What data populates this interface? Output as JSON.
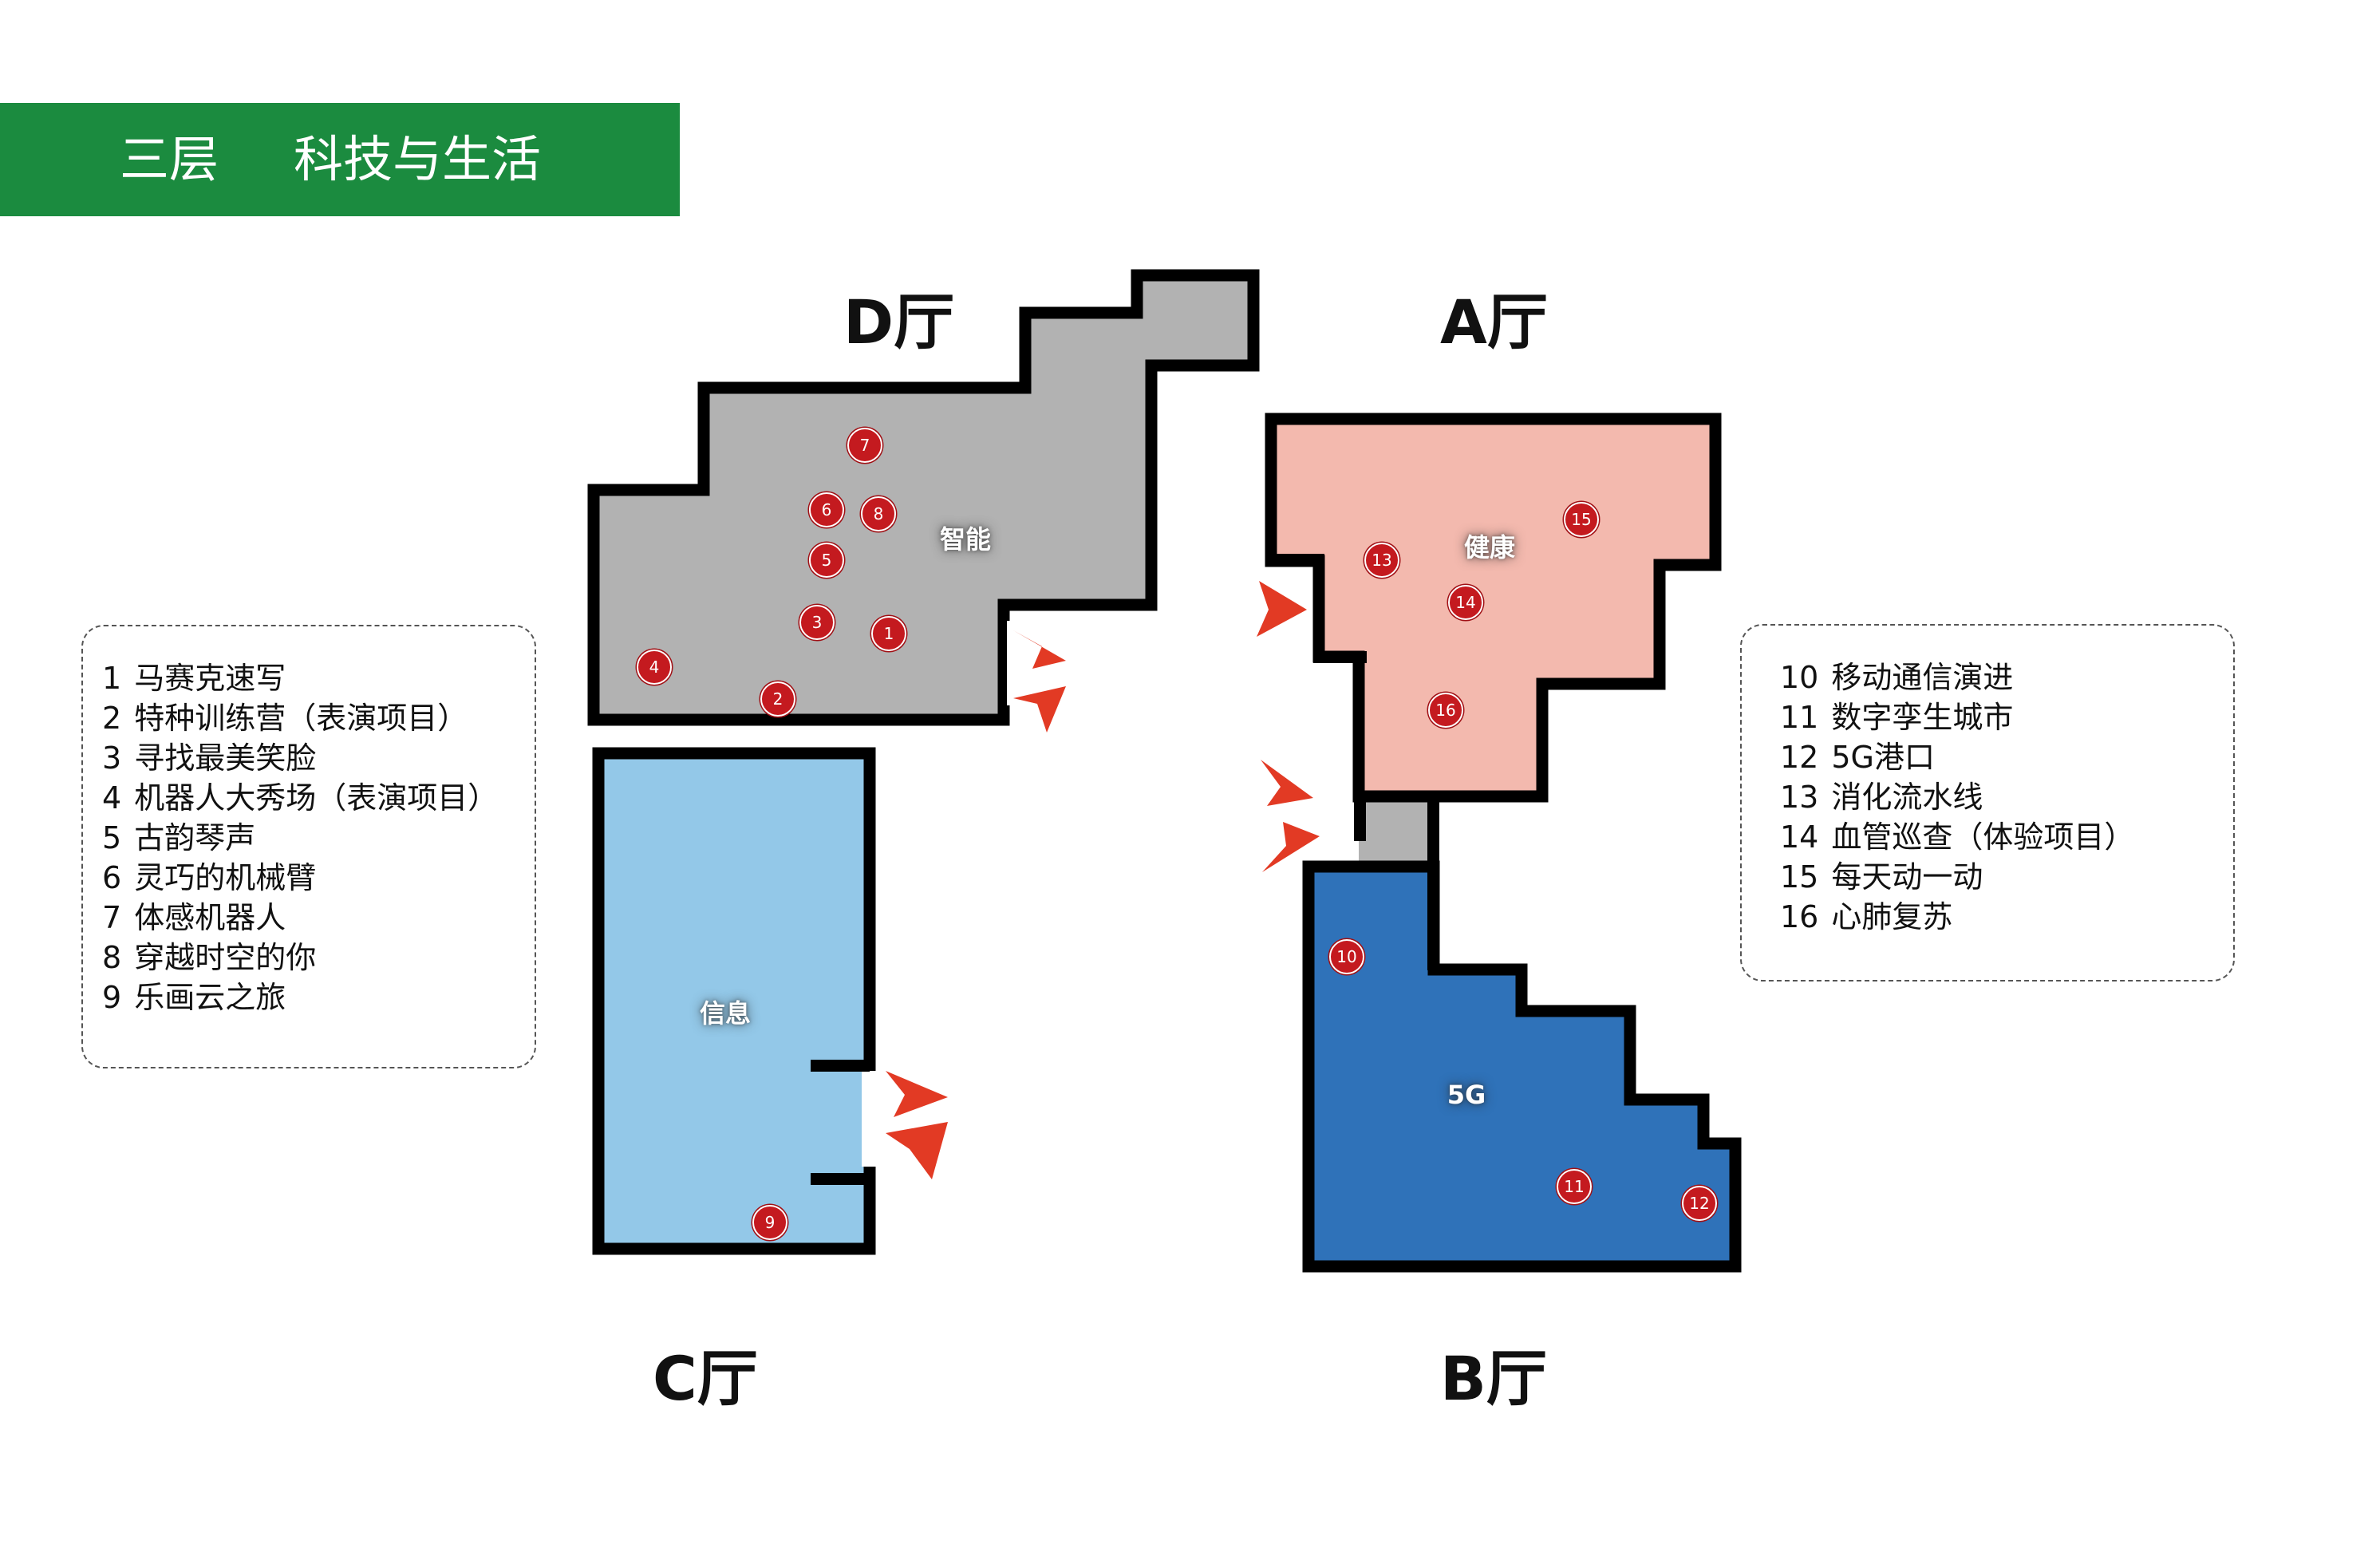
{
  "header": {
    "floor": "三层",
    "theme": "科技与生活",
    "color": "#1b8b3f"
  },
  "halls": {
    "D": {
      "label": "D厅",
      "zone": "智能",
      "color": "#b2b2b2"
    },
    "A": {
      "label": "A厅",
      "zone": "健康",
      "color": "#f3b9ae"
    },
    "C": {
      "label": "C厅",
      "zone": "信息",
      "color": "#93c8e8"
    },
    "B": {
      "label": "B厅",
      "zone": "5G",
      "color": "#2f72b9"
    }
  },
  "markers": [
    "1",
    "2",
    "3",
    "4",
    "5",
    "6",
    "7",
    "8",
    "9",
    "10",
    "11",
    "12",
    "13",
    "14",
    "15",
    "16"
  ],
  "legend_left": [
    {
      "num": "1",
      "text": "马赛克速写"
    },
    {
      "num": "2",
      "text": "特种训练营（表演项目）"
    },
    {
      "num": "3",
      "text": "寻找最美笑脸"
    },
    {
      "num": "4",
      "text": "机器人大秀场（表演项目）"
    },
    {
      "num": "5",
      "text": "古韵琴声"
    },
    {
      "num": "6",
      "text": "灵巧的机械臂"
    },
    {
      "num": "7",
      "text": "体感机器人"
    },
    {
      "num": "8",
      "text": "穿越时空的你"
    },
    {
      "num": "9",
      "text": "乐画云之旅"
    }
  ],
  "legend_right": [
    {
      "num": "10",
      "text": "移动通信演进"
    },
    {
      "num": "11",
      "text": "数字孪生城市"
    },
    {
      "num": "12",
      "text": "5G港口"
    },
    {
      "num": "13",
      "text": "消化流水线"
    },
    {
      "num": "14",
      "text": "血管巡查（体验项目）"
    },
    {
      "num": "15",
      "text": "每天动一动"
    },
    {
      "num": "16",
      "text": "心肺复苏"
    }
  ],
  "colors": {
    "wall": "#000000",
    "entrance_arrow": "#e23a24",
    "marker": "#c41a1f",
    "connector": "#b2b2b2"
  },
  "icons": {
    "entrance": "entrance-arrow-icon",
    "marker": "exhibit-marker-icon"
  }
}
